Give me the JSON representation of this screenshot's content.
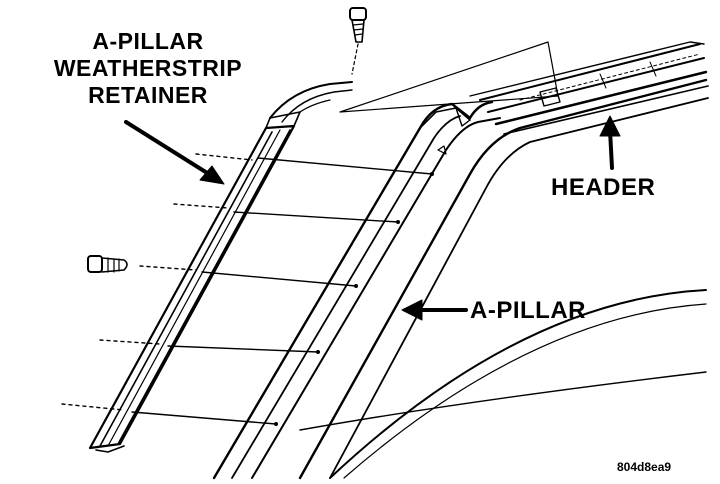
{
  "diagram": {
    "labels": {
      "retainer_line1": "A-PILLAR",
      "retainer_line2": "WEATHERSTRIP",
      "retainer_line3": "RETAINER",
      "header": "HEADER",
      "a_pillar": "A-PILLAR"
    },
    "figure_id": "804d8ea9",
    "colors": {
      "ink": "#000000",
      "background": "#ffffff"
    },
    "icons": [
      "screw-icon",
      "bolt-icon",
      "arrow-icon"
    ]
  }
}
